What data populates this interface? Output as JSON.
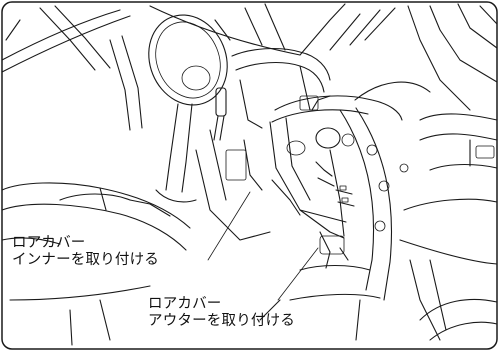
{
  "callouts": {
    "inner": {
      "line1": "ロアカバー",
      "line2": "インナーを取り付ける"
    },
    "outer": {
      "line1": "ロアカバー",
      "line2": "アウターを取り付ける"
    }
  }
}
